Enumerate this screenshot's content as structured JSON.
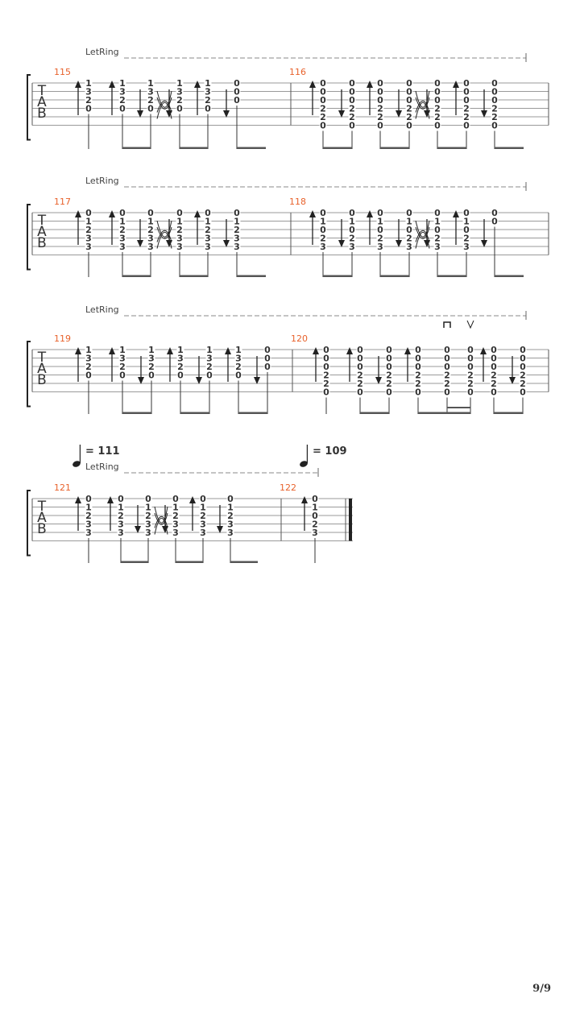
{
  "page_number": "9/9",
  "systems": [
    {
      "id": "sys1",
      "let_ring": "LetRing",
      "clef": [
        "T",
        "A",
        "B"
      ],
      "measures": [
        {
          "number": "115",
          "beats": [
            {
              "dir": "up",
              "frets": [
                "1",
                "3",
                "2",
                "0",
                "",
                ""
              ]
            },
            {
              "dir": "up",
              "frets": [
                "1",
                "3",
                "2",
                "0",
                "",
                ""
              ]
            },
            {
              "dir": "down",
              "frets": [
                "1",
                "3",
                "2",
                "0",
                "",
                ""
              ]
            },
            {
              "dir": "down",
              "frets": [
                "1",
                "3",
                "2",
                "0",
                "",
                ""
              ]
            },
            {
              "dir": "up",
              "frets": [
                "1",
                "3",
                "2",
                "0",
                "",
                ""
              ]
            },
            {
              "dir": "down",
              "frets": [
                "0",
                "0",
                "0",
                "",
                "",
                ""
              ]
            }
          ]
        },
        {
          "number": "116",
          "beats": [
            {
              "dir": "up",
              "frets": [
                "0",
                "0",
                "0",
                "2",
                "2",
                "0"
              ]
            },
            {
              "dir": "down",
              "frets": [
                "0",
                "0",
                "0",
                "2",
                "2",
                "0"
              ]
            },
            {
              "dir": "up",
              "frets": [
                "0",
                "0",
                "0",
                "2",
                "2",
                "0"
              ]
            },
            {
              "dir": "down",
              "frets": [
                "0",
                "0",
                "0",
                "2",
                "2",
                "0"
              ]
            },
            {
              "dir": "down",
              "frets": [
                "0",
                "0",
                "0",
                "2",
                "2",
                "0"
              ]
            },
            {
              "dir": "up",
              "frets": [
                "0",
                "0",
                "0",
                "2",
                "2",
                "0"
              ]
            },
            {
              "dir": "down",
              "frets": [
                "0",
                "0",
                "0",
                "2",
                "2",
                "0"
              ]
            }
          ]
        }
      ]
    },
    {
      "id": "sys2",
      "let_ring": "LetRing",
      "clef": [
        "T",
        "A",
        "B"
      ],
      "measures": [
        {
          "number": "117",
          "beats": [
            {
              "dir": "up",
              "frets": [
                "0",
                "1",
                "2",
                "3",
                "3",
                ""
              ]
            },
            {
              "dir": "up",
              "frets": [
                "0",
                "1",
                "2",
                "3",
                "3",
                ""
              ]
            },
            {
              "dir": "down",
              "frets": [
                "0",
                "1",
                "2",
                "3",
                "3",
                ""
              ]
            },
            {
              "dir": "down",
              "frets": [
                "0",
                "1",
                "2",
                "3",
                "3",
                ""
              ]
            },
            {
              "dir": "up",
              "frets": [
                "0",
                "1",
                "2",
                "3",
                "3",
                ""
              ]
            },
            {
              "dir": "down",
              "frets": [
                "0",
                "1",
                "2",
                "3",
                "3",
                ""
              ]
            }
          ]
        },
        {
          "number": "118",
          "beats": [
            {
              "dir": "up",
              "frets": [
                "0",
                "1",
                "0",
                "2",
                "3",
                ""
              ]
            },
            {
              "dir": "down",
              "frets": [
                "0",
                "1",
                "0",
                "2",
                "3",
                ""
              ]
            },
            {
              "dir": "up",
              "frets": [
                "0",
                "1",
                "0",
                "2",
                "3",
                ""
              ]
            },
            {
              "dir": "down",
              "frets": [
                "0",
                "1",
                "0",
                "2",
                "3",
                ""
              ]
            },
            {
              "dir": "down",
              "frets": [
                "0",
                "1",
                "0",
                "2",
                "3",
                ""
              ]
            },
            {
              "dir": "up",
              "frets": [
                "0",
                "1",
                "0",
                "2",
                "3",
                ""
              ]
            },
            {
              "dir": "down",
              "frets": [
                "0",
                "0",
                "",
                "",
                "",
                ""
              ]
            }
          ]
        }
      ]
    },
    {
      "id": "sys3",
      "let_ring": "LetRing",
      "clef": [
        "T",
        "A",
        "B"
      ],
      "measures": [
        {
          "number": "119",
          "beats": [
            {
              "dir": "up",
              "frets": [
                "1",
                "3",
                "2",
                "0",
                "",
                ""
              ]
            },
            {
              "dir": "up",
              "frets": [
                "1",
                "3",
                "2",
                "0",
                "",
                ""
              ]
            },
            {
              "dir": "down",
              "frets": [
                "1",
                "3",
                "2",
                "0",
                "",
                ""
              ]
            },
            {
              "dir": "up",
              "frets": [
                "1",
                "3",
                "2",
                "0",
                "",
                ""
              ]
            },
            {
              "dir": "down",
              "frets": [
                "1",
                "3",
                "2",
                "0",
                "",
                ""
              ]
            },
            {
              "dir": "up",
              "frets": [
                "1",
                "3",
                "2",
                "0",
                "",
                ""
              ]
            },
            {
              "dir": "down",
              "frets": [
                "0",
                "0",
                "0",
                "",
                "",
                ""
              ]
            }
          ]
        },
        {
          "number": "120",
          "beats": [
            {
              "dir": "up",
              "frets": [
                "0",
                "0",
                "0",
                "2",
                "2",
                "0"
              ]
            },
            {
              "dir": "up",
              "frets": [
                "0",
                "0",
                "0",
                "2",
                "2",
                "0"
              ]
            },
            {
              "dir": "down",
              "frets": [
                "0",
                "0",
                "0",
                "2",
                "2",
                "0"
              ]
            },
            {
              "dir": "up",
              "frets": [
                "0",
                "0",
                "0",
                "2",
                "2",
                "0"
              ]
            },
            {
              "dir": "",
              "frets": [
                "0",
                "0",
                "0",
                "2",
                "2",
                "0"
              ]
            },
            {
              "dir": "",
              "frets": [
                "0",
                "0",
                "0",
                "2",
                "2",
                "0"
              ]
            },
            {
              "dir": "up",
              "frets": [
                "0",
                "0",
                "0",
                "2",
                "2",
                "0"
              ]
            },
            {
              "dir": "down",
              "frets": [
                "0",
                "0",
                "0",
                "2",
                "2",
                "0"
              ]
            }
          ]
        }
      ]
    },
    {
      "id": "sys4",
      "let_ring": "LetRing",
      "clef": [
        "T",
        "A",
        "B"
      ],
      "tempos": [
        {
          "label": "= 111"
        },
        {
          "label": "= 109"
        }
      ],
      "measures": [
        {
          "number": "121",
          "beats": [
            {
              "dir": "up",
              "frets": [
                "0",
                "1",
                "2",
                "3",
                "3",
                ""
              ]
            },
            {
              "dir": "up",
              "frets": [
                "0",
                "1",
                "2",
                "3",
                "3",
                ""
              ]
            },
            {
              "dir": "down",
              "frets": [
                "0",
                "1",
                "2",
                "3",
                "3",
                ""
              ]
            },
            {
              "dir": "down",
              "frets": [
                "0",
                "1",
                "2",
                "3",
                "3",
                ""
              ]
            },
            {
              "dir": "up",
              "frets": [
                "0",
                "1",
                "2",
                "3",
                "3",
                ""
              ]
            },
            {
              "dir": "down",
              "frets": [
                "0",
                "1",
                "2",
                "3",
                "3",
                ""
              ]
            }
          ]
        },
        {
          "number": "122",
          "beats": [
            {
              "dir": "up",
              "frets": [
                "0",
                "1",
                "0",
                "2",
                "3",
                ""
              ]
            }
          ]
        }
      ]
    }
  ]
}
